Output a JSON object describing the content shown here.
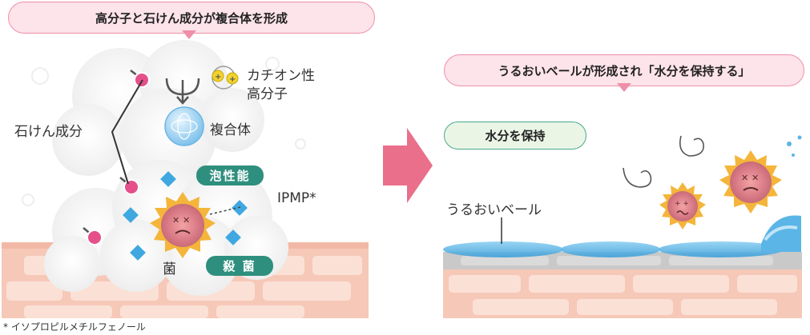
{
  "left_panel": {
    "title": "高分子と石けん成分が複合体を形成",
    "soap_label": "石けん成分",
    "cation_label_line1": "カチオン性",
    "cation_label_line2": "高分子",
    "complex_label": "複合体",
    "foaming_tag": "泡性能",
    "ipmp_label": "IPMP*",
    "bacteria_label": "菌",
    "sterilize_tag": "殺 菌"
  },
  "right_panel": {
    "title": "うるおいベールが形成され「水分を保持する」",
    "moisture_tag": "水分を保持",
    "veil_label": "うるおいベール"
  },
  "footnote": "* イソプロピルメチルフェノール",
  "colors": {
    "bubble_fill": "#fde3ea",
    "bubble_border": "#ef8fa8",
    "tag_green": "#2f8f7e",
    "skin": "#f6c8b8",
    "arrow": "#ea6f8a"
  }
}
